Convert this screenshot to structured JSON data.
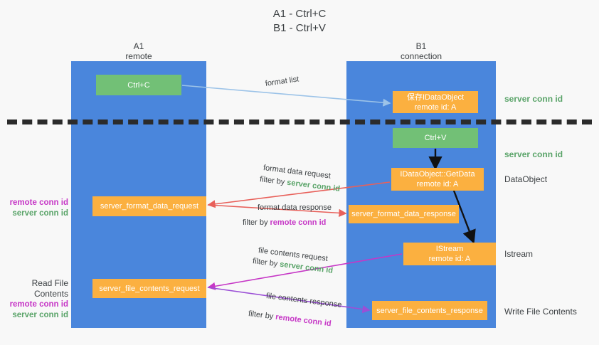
{
  "title": {
    "line1": "A1 - Ctrl+C",
    "line2": "B1 - Ctrl+V"
  },
  "columns": {
    "left": {
      "name": "A1",
      "role": "remote"
    },
    "right": {
      "name": "B1",
      "role": "connection"
    }
  },
  "nodes": {
    "ctrl_c": {
      "label": "Ctrl+C",
      "color": "#72c076"
    },
    "save_dataobject": {
      "line1": "保存IDataObject",
      "line2": "remote id: A",
      "color": "#fbb040"
    },
    "ctrl_v": {
      "label": "Ctrl+V",
      "color": "#72c076"
    },
    "getdata": {
      "line1": "IDataObject::GetData",
      "line2": "remote id: A",
      "color": "#fbb040"
    },
    "server_format_data_request": {
      "label": "server_format_data_request",
      "color": "#fbb040"
    },
    "server_format_data_response": {
      "label": "server_format_data_response",
      "color": "#fbb040"
    },
    "istream": {
      "line1": "IStream",
      "line2": "remote id: A",
      "color": "#fbb040"
    },
    "server_file_contents_request": {
      "label": "server_file_contents_request",
      "color": "#fbb040"
    },
    "server_file_contents_response": {
      "label": "server_file_contents_response",
      "color": "#fbb040"
    }
  },
  "side_labels": {
    "server_conn_id_top": "server conn id",
    "server_conn_id_mid": "server conn id",
    "dataobject": "DataObject",
    "istream": "Istream",
    "write_file_contents": "Write File Contents"
  },
  "left_labels": {
    "mid_remote": "remote conn id",
    "mid_server": "server conn id",
    "read_file_contents": "Read File Contents",
    "bot_remote": "remote conn id",
    "bot_server": "server conn id"
  },
  "edges": {
    "format_list": "format list",
    "format_data_request": "format data request",
    "format_data_request_filter_prefix": "filter by ",
    "format_data_request_filter_value": "server conn id",
    "format_data_response": "format data response",
    "format_data_response_filter_prefix": "filter by ",
    "format_data_response_filter_value": "remote conn id",
    "file_contents_request": "file contents request",
    "file_contents_request_filter_prefix": "filter by ",
    "file_contents_request_filter_value": "server conn id",
    "file_contents_response": "file contents response",
    "file_contents_response_filter_prefix": "filter by ",
    "file_contents_response_filter_value": "remote conn id"
  },
  "colors": {
    "lane_blue": "#4a86dc",
    "node_orange": "#fbb040",
    "node_green": "#72c076",
    "accent_green_text": "#5aa469",
    "accent_purple_text": "#c637c6",
    "arrow_light_blue": "#9cc3e8",
    "arrow_red": "#e8605a",
    "arrow_magenta": "#c637c6",
    "arrow_purple": "#9b4fd6",
    "arrow_black": "#111111",
    "divider": "#2b2b2b"
  }
}
